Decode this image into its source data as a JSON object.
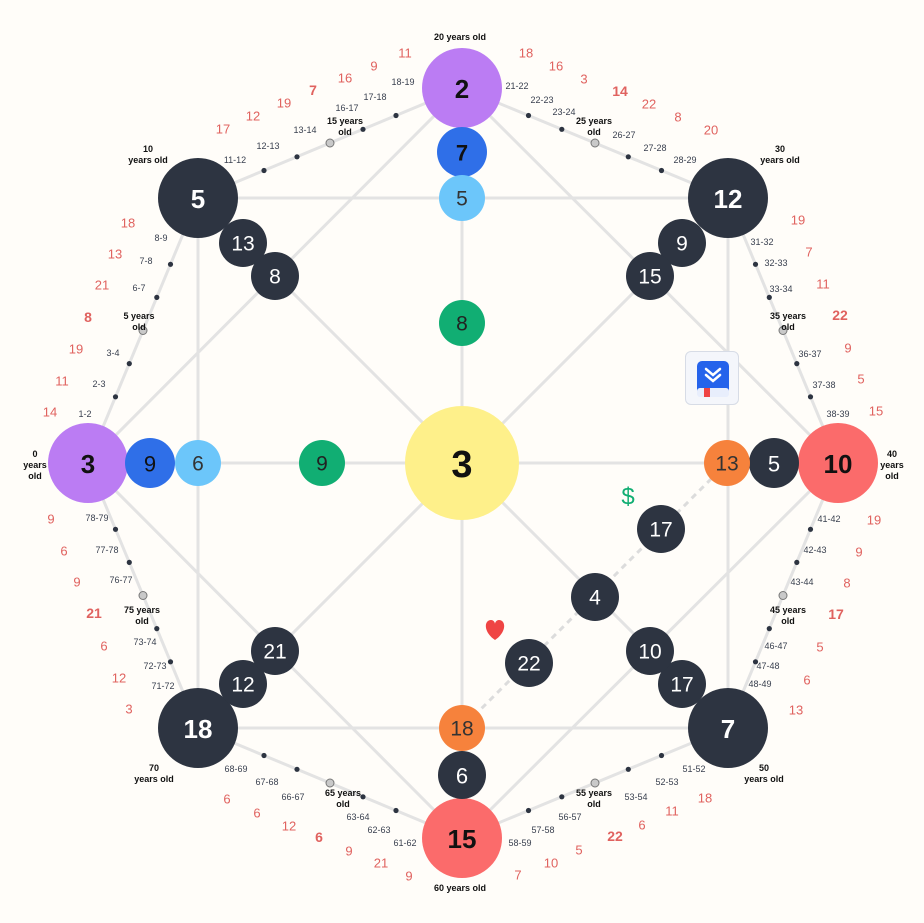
{
  "colors": {
    "purple": "#bb7cf3",
    "dark": "#2d3441",
    "blue": "#2f6fe8",
    "lightblue": "#6cc6fa",
    "green": "#11ae73",
    "yellow": "#fef08a",
    "red": "#fb6b6b",
    "orange": "#f6823c",
    "salmon": "#e0625f",
    "line": "#e3e3e3"
  },
  "center": {
    "value": "3"
  },
  "octagon_points": {
    "top": "2",
    "right": "10",
    "bottom": "15",
    "left": "3",
    "top_right": "12",
    "bottom_right": "7",
    "bottom_left": "18",
    "top_left": "5"
  },
  "inner_points": {
    "top_1": "7",
    "top_2": "5",
    "top_3": "8",
    "left_1": "9",
    "left_2": "6",
    "left_3": "9",
    "right_1": "5",
    "right_2": "13",
    "bottom_1": "6",
    "bottom_2": "18",
    "tl_1": "13",
    "tl_2": "8",
    "tr_1": "9",
    "tr_2": "15",
    "br_1": "17",
    "br_2": "10",
    "bl_1": "12",
    "bl_2": "21",
    "money_1": "17",
    "money_2": "4",
    "love_1": "22"
  },
  "age_labels": {
    "a0": [
      "0",
      "years",
      "old"
    ],
    "a5": [
      "5 years",
      "old"
    ],
    "a10": [
      "10",
      "years old"
    ],
    "a15": [
      "15 years",
      "old"
    ],
    "a20": [
      "20 years old"
    ],
    "a25": [
      "25 years",
      "old"
    ],
    "a30": [
      "30",
      "years old"
    ],
    "a35": [
      "35 years",
      "old"
    ],
    "a40": [
      "40",
      "years",
      "old"
    ],
    "a45": [
      "45 years",
      "old"
    ],
    "a50": [
      "50",
      "years old"
    ],
    "a55": [
      "55 years",
      "old"
    ],
    "a60": [
      "60 years old"
    ],
    "a65": [
      "65 years",
      "old"
    ],
    "a70": [
      "70",
      "years old"
    ],
    "a75": [
      "75 years",
      "old"
    ]
  },
  "age_ranges": {
    "r1_2": "1-2",
    "r2_3": "2-3",
    "r3_4": "3-4",
    "r6_7": "6-7",
    "r7_8": "7-8",
    "r8_9": "8-9",
    "r11_12": "11-12",
    "r12_13": "12-13",
    "r13_14": "13-14",
    "r16_17": "16-17",
    "r17_18": "17-18",
    "r18_19": "18-19",
    "r21_22": "21-22",
    "r22_23": "22-23",
    "r23_24": "23-24",
    "r26_27": "26-27",
    "r27_28": "27-28",
    "r28_29": "28-29",
    "r31_32": "31-32",
    "r32_33": "32-33",
    "r33_34": "33-34",
    "r36_37": "36-37",
    "r37_38": "37-38",
    "r38_39": "38-39",
    "r41_42": "41-42",
    "r42_43": "42-43",
    "r43_44": "43-44",
    "r46_47": "46-47",
    "r47_48": "47-48",
    "r48_49": "48-49",
    "r51_52": "51-52",
    "r52_53": "52-53",
    "r53_54": "53-54",
    "r56_57": "56-57",
    "r57_58": "57-58",
    "r58_59": "58-59",
    "r61_62": "61-62",
    "r62_63": "62-63",
    "r63_64": "63-64",
    "r66_67": "66-67",
    "r67_68": "67-68",
    "r68_69": "68-69",
    "r71_72": "71-72",
    "r72_73": "72-73",
    "r73_74": "73-74",
    "r76_77": "76-77",
    "r77_78": "77-78",
    "r78_79": "78-79"
  },
  "age_values": {
    "v1_2": "14",
    "v2_3": "11",
    "v3_4": "19",
    "v5": "8",
    "v6_7": "21",
    "v7_8": "13",
    "v8_9": "18",
    "v11_12": "17",
    "v12_13": "12",
    "v13_14": "19",
    "v15": "7",
    "v16_17": "16",
    "v17_18": "9",
    "v18_19": "11",
    "v21_22": "18",
    "v22_23": "16",
    "v23_24": "3",
    "v25": "14",
    "v26_27": "22",
    "v27_28": "8",
    "v28_29": "20",
    "v31_32": "19",
    "v32_33": "7",
    "v33_34": "11",
    "v35": "22",
    "v36_37": "9",
    "v37_38": "5",
    "v38_39": "15",
    "v41_42": "19",
    "v42_43": "9",
    "v43_44": "8",
    "v45": "17",
    "v46_47": "5",
    "v47_48": "6",
    "v48_49": "13",
    "v51_52": "18",
    "v52_53": "11",
    "v53_54": "6",
    "v55": "22",
    "v56_57": "5",
    "v57_58": "10",
    "v58_59": "7",
    "v61_62": "9",
    "v62_63": "21",
    "v63_64": "9",
    "v65": "6",
    "v66_67": "12",
    "v67_68": "6",
    "v68_69": "6",
    "v71_72": "3",
    "v72_73": "12",
    "v73_74": "6",
    "v75": "21",
    "v76_77": "9",
    "v77_78": "6",
    "v78_79": "9"
  },
  "icons": {
    "dollar": "$",
    "heart": "heart",
    "book": "book"
  }
}
